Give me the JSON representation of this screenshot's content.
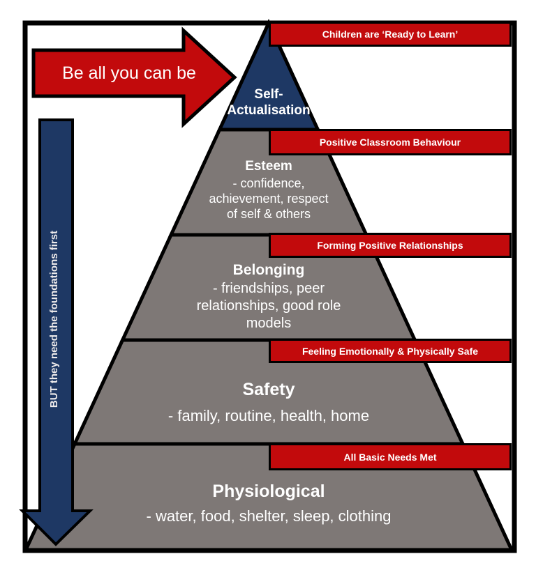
{
  "colors": {
    "red": "#c20a0c",
    "blue": "#1e3864",
    "gray": "#7e7876",
    "line": "#000000",
    "text": "#ffffff",
    "bg": "#ffffff"
  },
  "arrows": {
    "top_label": "Be all you can be",
    "side_label": "BUT they need the foundations first"
  },
  "banners": [
    {
      "label": "Children are ‘Ready to Learn’"
    },
    {
      "label": "Positive Classroom Behaviour"
    },
    {
      "label": "Forming Positive Relationships"
    },
    {
      "label": "Feeling Emotionally & Physically Safe"
    },
    {
      "label": "All Basic Needs Met"
    }
  ],
  "levels": [
    {
      "heading": "Self-\nActualisation",
      "details": ""
    },
    {
      "heading": "Esteem",
      "details": "- confidence,\nachievement, respect\nof self & others"
    },
    {
      "heading": "Belonging",
      "details": "- friendships, peer\nrelationships, good role\nmodels"
    },
    {
      "heading": "Safety",
      "details": "- family, routine, health, home"
    },
    {
      "heading": "Physiological",
      "details": "- water, food, shelter, sleep, clothing"
    }
  ]
}
